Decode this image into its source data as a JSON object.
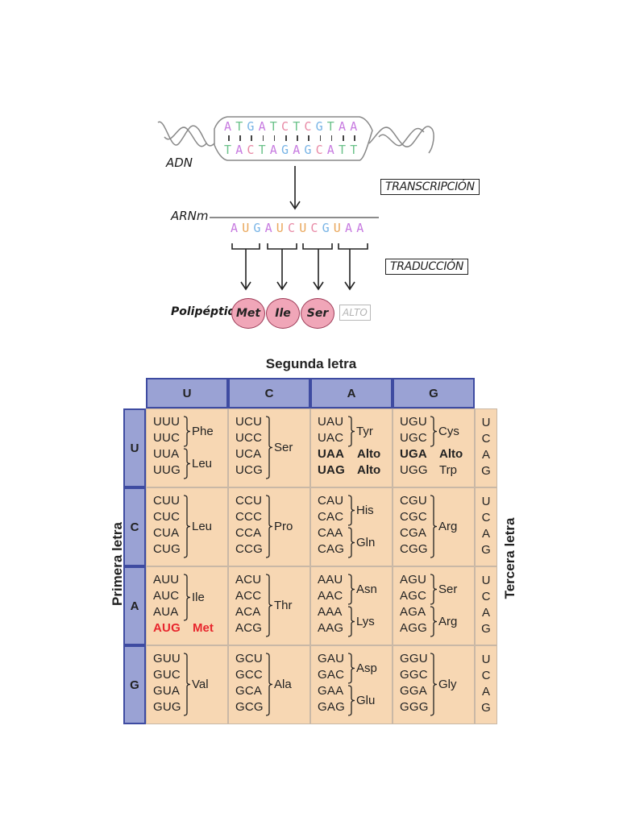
{
  "diagram": {
    "dna_label": "ADN",
    "dna_top": [
      "A",
      "T",
      "G",
      "A",
      "T",
      "C",
      "T",
      "C",
      "G",
      "T",
      "A",
      "A"
    ],
    "dna_bottom": [
      "T",
      "A",
      "C",
      "T",
      "A",
      "G",
      "A",
      "G",
      "C",
      "A",
      "T",
      "T"
    ],
    "transcription_label": "TRANSCRIPCIÓN",
    "mrna_label": "ARNm",
    "mrna": [
      "A",
      "U",
      "G",
      "A",
      "U",
      "C",
      "U",
      "C",
      "G",
      "U",
      "A",
      "A"
    ],
    "translation_label": "TRADUCCIÓN",
    "polypeptide_label": "Polipéptido",
    "amino_acids": [
      "Met",
      "Ile",
      "Ser"
    ],
    "stop_label": "ALTO",
    "colors": {
      "A": "#c77be0",
      "T": "#6bc28a",
      "G": "#78b4e6",
      "C": "#e88aa6",
      "U": "#e9a65a"
    }
  },
  "table": {
    "title": "Segunda letra",
    "first_letter_title": "Primera letra",
    "third_letter_title": "Tercera letra",
    "second_letters": [
      "U",
      "C",
      "A",
      "G"
    ],
    "first_letters": [
      "U",
      "C",
      "A",
      "G"
    ],
    "third_letters": [
      "U",
      "C",
      "A",
      "G"
    ],
    "cells": [
      [
        {
          "codons": [
            "UUU",
            "UUC",
            "UUA",
            "UUG"
          ],
          "groups": [
            {
              "aa": "Phe",
              "rows": [
                0,
                1
              ]
            },
            {
              "aa": "Leu",
              "rows": [
                2,
                3
              ]
            }
          ]
        },
        {
          "codons": [
            "UCU",
            "UCC",
            "UCA",
            "UCG"
          ],
          "groups": [
            {
              "aa": "Ser",
              "rows": [
                0,
                3
              ]
            }
          ]
        },
        {
          "codons": [
            "UAU",
            "UAC",
            "UAA",
            "UAG"
          ],
          "groups": [
            {
              "aa": "Tyr",
              "rows": [
                0,
                1
              ]
            }
          ],
          "inline": [
            {
              "row": 2,
              "aa": "Alto",
              "bold": true
            },
            {
              "row": 3,
              "aa": "Alto",
              "bold": true
            }
          ]
        },
        {
          "codons": [
            "UGU",
            "UGC",
            "UGA",
            "UGG"
          ],
          "groups": [
            {
              "aa": "Cys",
              "rows": [
                0,
                1
              ]
            }
          ],
          "inline": [
            {
              "row": 2,
              "aa": "Alto",
              "bold": true
            },
            {
              "row": 3,
              "aa": "Trp",
              "bold": false
            }
          ]
        }
      ],
      [
        {
          "codons": [
            "CUU",
            "CUC",
            "CUA",
            "CUG"
          ],
          "groups": [
            {
              "aa": "Leu",
              "rows": [
                0,
                3
              ]
            }
          ]
        },
        {
          "codons": [
            "CCU",
            "CCC",
            "CCA",
            "CCG"
          ],
          "groups": [
            {
              "aa": "Pro",
              "rows": [
                0,
                3
              ]
            }
          ]
        },
        {
          "codons": [
            "CAU",
            "CAC",
            "CAA",
            "CAG"
          ],
          "groups": [
            {
              "aa": "His",
              "rows": [
                0,
                1
              ]
            },
            {
              "aa": "Gln",
              "rows": [
                2,
                3
              ]
            }
          ]
        },
        {
          "codons": [
            "CGU",
            "CGC",
            "CGA",
            "CGG"
          ],
          "groups": [
            {
              "aa": "Arg",
              "rows": [
                0,
                3
              ]
            }
          ]
        }
      ],
      [
        {
          "codons": [
            "AUU",
            "AUC",
            "AUA",
            "AUG"
          ],
          "groups": [
            {
              "aa": "Ile",
              "rows": [
                0,
                2
              ]
            }
          ],
          "inline": [
            {
              "row": 3,
              "aa": "Met",
              "red": true
            }
          ]
        },
        {
          "codons": [
            "ACU",
            "ACC",
            "ACA",
            "ACG"
          ],
          "groups": [
            {
              "aa": "Thr",
              "rows": [
                0,
                3
              ]
            }
          ]
        },
        {
          "codons": [
            "AAU",
            "AAC",
            "AAA",
            "AAG"
          ],
          "groups": [
            {
              "aa": "Asn",
              "rows": [
                0,
                1
              ]
            },
            {
              "aa": "Lys",
              "rows": [
                2,
                3
              ]
            }
          ]
        },
        {
          "codons": [
            "AGU",
            "AGC",
            "AGA",
            "AGG"
          ],
          "groups": [
            {
              "aa": "Ser",
              "rows": [
                0,
                1
              ]
            },
            {
              "aa": "Arg",
              "rows": [
                2,
                3
              ]
            }
          ]
        }
      ],
      [
        {
          "codons": [
            "GUU",
            "GUC",
            "GUA",
            "GUG"
          ],
          "groups": [
            {
              "aa": "Val",
              "rows": [
                0,
                3
              ]
            }
          ]
        },
        {
          "codons": [
            "GCU",
            "GCC",
            "GCA",
            "GCG"
          ],
          "groups": [
            {
              "aa": "Ala",
              "rows": [
                0,
                3
              ]
            }
          ]
        },
        {
          "codons": [
            "GAU",
            "GAC",
            "GAA",
            "GAG"
          ],
          "groups": [
            {
              "aa": "Asp",
              "rows": [
                0,
                1
              ]
            },
            {
              "aa": "Glu",
              "rows": [
                2,
                3
              ]
            }
          ]
        },
        {
          "codons": [
            "GGU",
            "GGC",
            "GGA",
            "GGG"
          ],
          "groups": [
            {
              "aa": "Gly",
              "rows": [
                0,
                3
              ]
            }
          ]
        }
      ]
    ],
    "colors": {
      "header_fill": "#9aa2d4",
      "header_border": "#3e4ba1",
      "cell_fill": "#f7d7b3",
      "start_codon": "#e8262d"
    }
  }
}
